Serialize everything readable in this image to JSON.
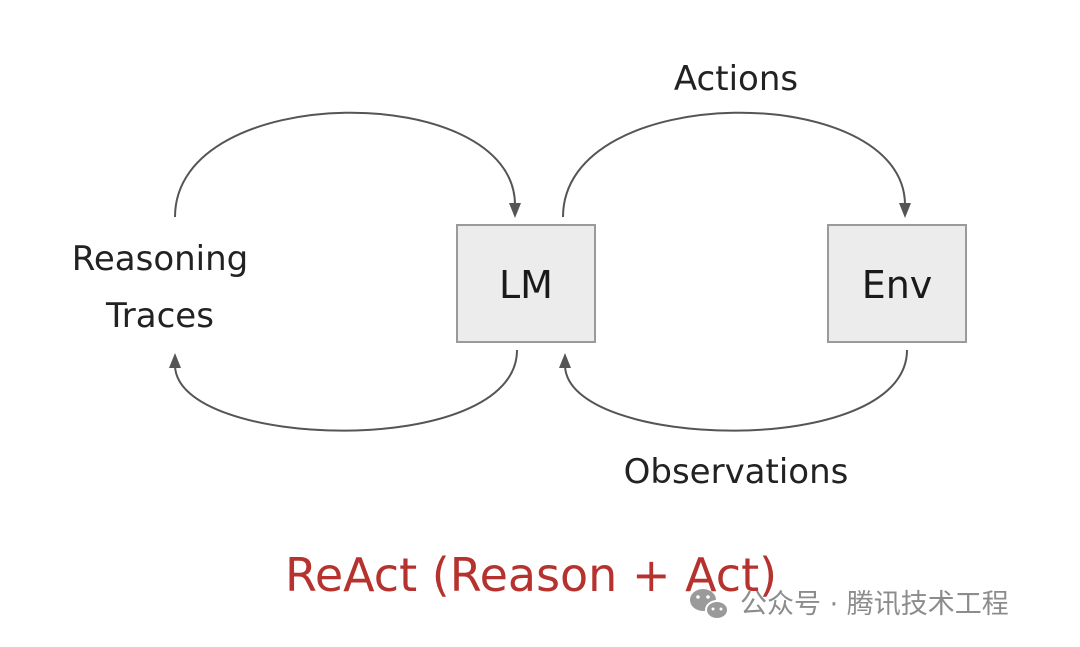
{
  "diagram": {
    "nodes": {
      "lm": "LM",
      "env": "Env"
    },
    "labels": {
      "reasoning_line1": "Reasoning",
      "reasoning_line2": "Traces",
      "actions": "Actions",
      "observations": "Observations"
    },
    "title": "ReAct (Reason + Act)"
  },
  "watermark": {
    "text": "公众号 · 腾讯技术工程",
    "icon": "wechat-icon"
  },
  "colors": {
    "title": "#b5322e",
    "box_fill": "#ececec",
    "box_stroke": "#9a9a9a",
    "arrow": "#555555",
    "watermark": "#8c8c8c"
  }
}
